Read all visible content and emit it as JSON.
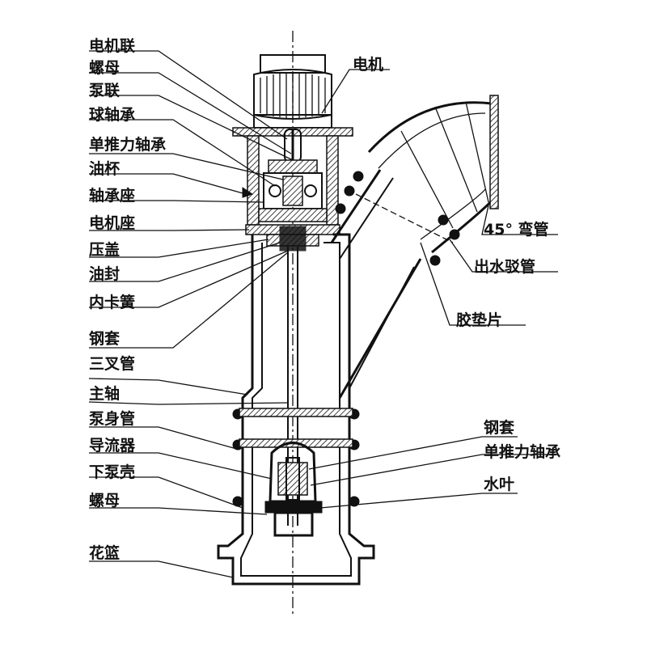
{
  "left_labels": [
    {
      "id": "motor-coupling",
      "text": "电机联"
    },
    {
      "id": "nut-top",
      "text": "螺母"
    },
    {
      "id": "pump-coupling",
      "text": "泵联"
    },
    {
      "id": "ball-bearing",
      "text": "球轴承"
    },
    {
      "id": "thrust-bearing-top",
      "text": "单推力轴承"
    },
    {
      "id": "oil-cup",
      "text": "油杯"
    },
    {
      "id": "bearing-seat",
      "text": "轴承座"
    },
    {
      "id": "motor-seat",
      "text": "电机座"
    },
    {
      "id": "gland",
      "text": "压盖"
    },
    {
      "id": "oil-seal",
      "text": "油封"
    },
    {
      "id": "inner-circlip",
      "text": "内卡簧"
    },
    {
      "id": "steel-sleeve-top",
      "text": "钢套"
    },
    {
      "id": "tee-pipe",
      "text": "三叉管"
    },
    {
      "id": "main-shaft",
      "text": "主轴"
    },
    {
      "id": "pump-body-pipe",
      "text": "泵身管"
    },
    {
      "id": "flow-guide",
      "text": "导流器"
    },
    {
      "id": "lower-pump-casing",
      "text": "下泵壳"
    },
    {
      "id": "nut-bottom",
      "text": "螺母"
    },
    {
      "id": "strainer",
      "text": "花篮"
    }
  ],
  "right_labels": [
    {
      "id": "motor",
      "text": "电机"
    },
    {
      "id": "elbow-45",
      "text": "45° 弯管"
    },
    {
      "id": "outlet-adapter",
      "text": "出水驳管"
    },
    {
      "id": "rubber-gasket",
      "text": "胶垫片"
    },
    {
      "id": "steel-sleeve-bottom",
      "text": "钢套"
    },
    {
      "id": "thrust-bearing-bottom",
      "text": "单推力轴承"
    },
    {
      "id": "impeller",
      "text": "水叶"
    }
  ]
}
